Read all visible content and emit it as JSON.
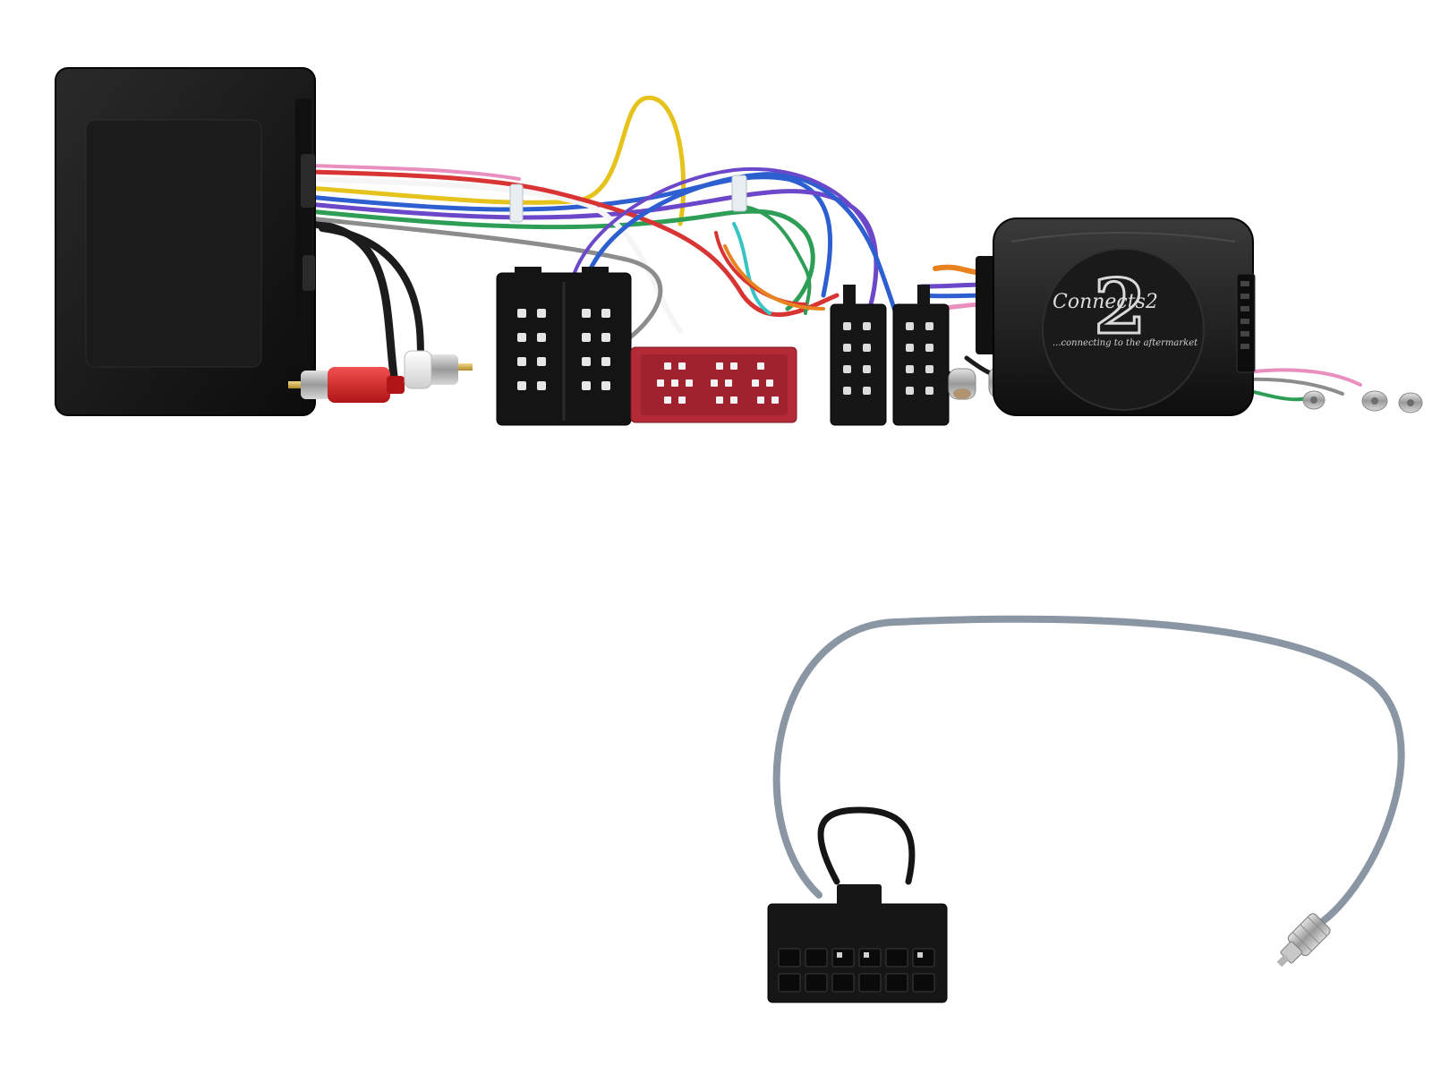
{
  "product": {
    "brand_name": "Connects2",
    "brand_tagline": "...connecting to the aftermarket"
  },
  "colors": {
    "background": "#ffffff",
    "housing": "#151515",
    "connector_red": "#b52a37",
    "cable_grey": "#8b96a4",
    "rca_red": "#d92424",
    "rca_white": "#f1f1f1"
  },
  "wires": [
    {
      "name": "yellow",
      "color": "#e6c21c"
    },
    {
      "name": "blue",
      "color": "#2d5fd0"
    },
    {
      "name": "purple",
      "color": "#6b47c9"
    },
    {
      "name": "green",
      "color": "#2e9e57"
    },
    {
      "name": "red",
      "color": "#d93434"
    },
    {
      "name": "orange",
      "color": "#e7821f"
    },
    {
      "name": "pink",
      "color": "#e98fbf"
    },
    {
      "name": "white",
      "color": "#f5f5f5"
    },
    {
      "name": "grey",
      "color": "#8c8c8c"
    },
    {
      "name": "black",
      "color": "#1c1c1c"
    },
    {
      "name": "cyan",
      "color": "#38c4c4"
    }
  ]
}
